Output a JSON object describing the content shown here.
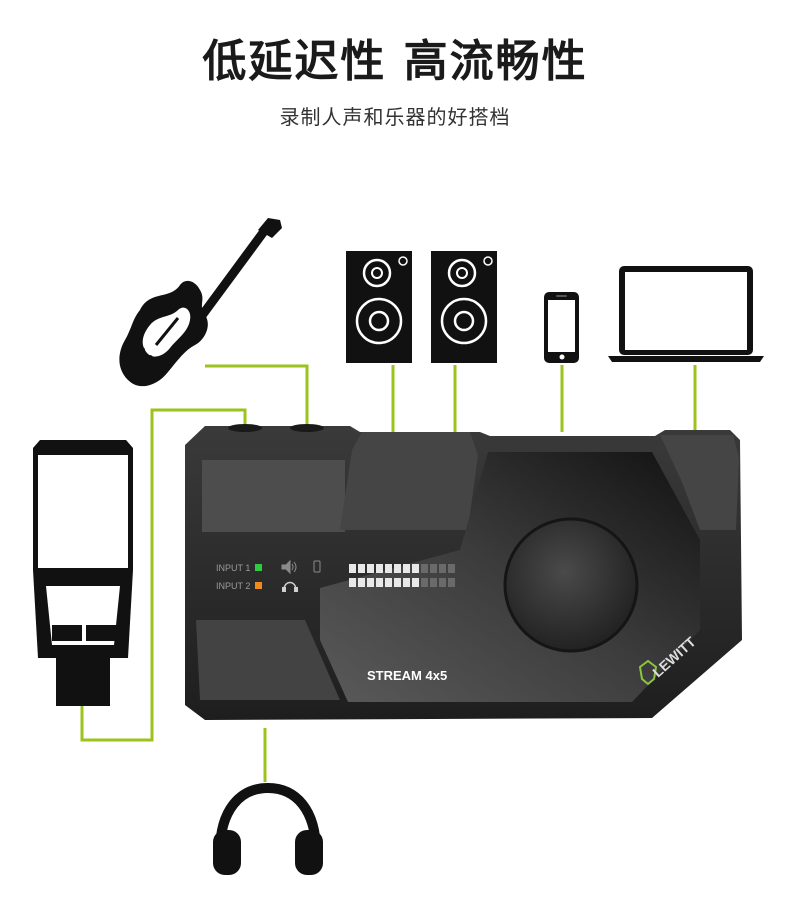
{
  "header": {
    "title": "低延迟性  高流畅性",
    "subtitle": "录制人声和乐器的好搭档"
  },
  "device": {
    "input1_label": "INPUT 1",
    "input2_label": "INPUT 2",
    "model_label": "STREAM 4x5",
    "brand_label": "LEWITT"
  },
  "colors": {
    "cable": "#9cc31c",
    "device_body": "#2b2b2b",
    "input1_led": "#2ecc40",
    "input2_led": "#f08a1c",
    "brand_accent": "#8cc63f"
  },
  "icons": [
    "electric-guitar-icon",
    "speaker-icon",
    "smartphone-icon",
    "laptop-icon",
    "microphone-icon",
    "headphones-icon"
  ]
}
